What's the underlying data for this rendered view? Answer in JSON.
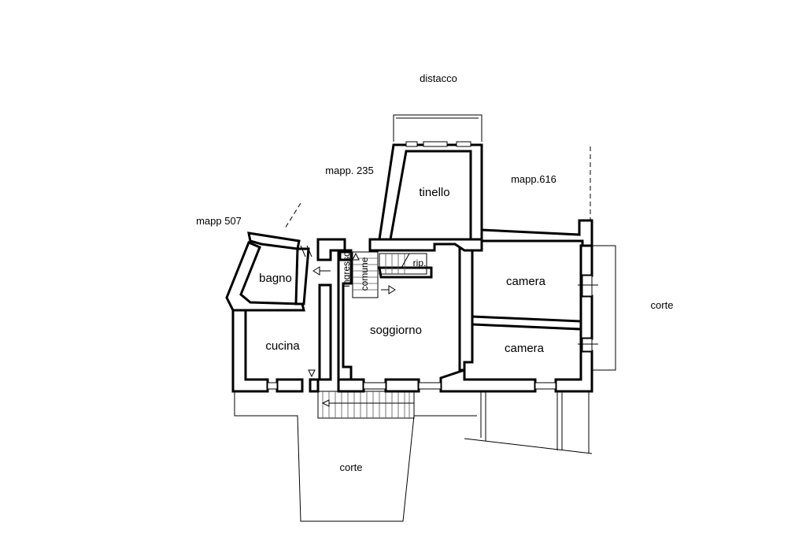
{
  "labels": {
    "distacco": "distacco",
    "mapp_235": "mapp. 235",
    "mapp_616": "mapp.616",
    "mapp_507": "mapp 507",
    "tinello": "tinello",
    "bagno": "bagno",
    "ingresso": "ingresso",
    "comune": "comune",
    "rip": "rip.",
    "camera_top": "camera",
    "camera_bottom": "camera",
    "soggiorno": "soggiorno",
    "cucina": "cucina",
    "corte_right": "corte",
    "corte_bottom": "corte"
  }
}
